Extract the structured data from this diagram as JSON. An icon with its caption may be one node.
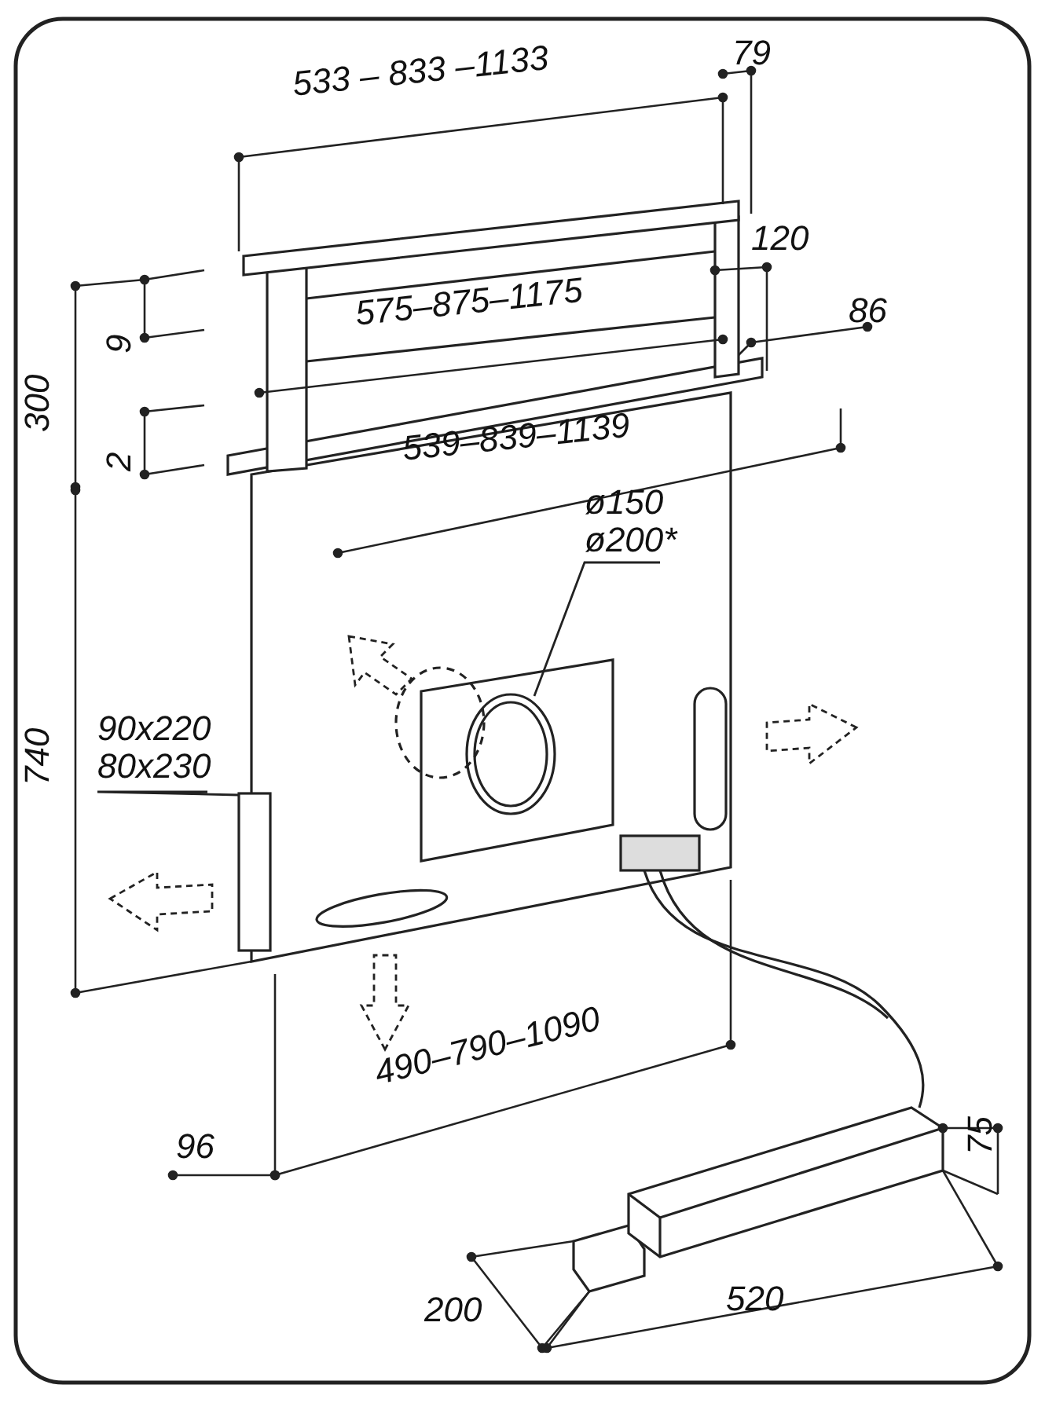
{
  "diagram": {
    "nodes": [
      {
        "text": [
          "ø150",
          "ø200*"
        ]
      },
      {
        "text": [],
        "shape": "circle"
      },
      {
        "text": [
          "90x220",
          "80x230"
        ]
      },
      {
        "text": [],
        "shape": "box"
      }
    ],
    "edges": [
      {
        "from": 0,
        "to": 1,
        "arrow": "none"
      },
      {
        "from": 2,
        "to": 3,
        "arrow": "none"
      }
    ],
    "labels": [
      "533 – 833 –1133",
      "79",
      "120",
      "575–875–1175",
      "86",
      "9",
      "300",
      "2",
      "539–839–1139",
      "740",
      "490–790–1090",
      "96",
      "75",
      "200",
      "520"
    ]
  }
}
